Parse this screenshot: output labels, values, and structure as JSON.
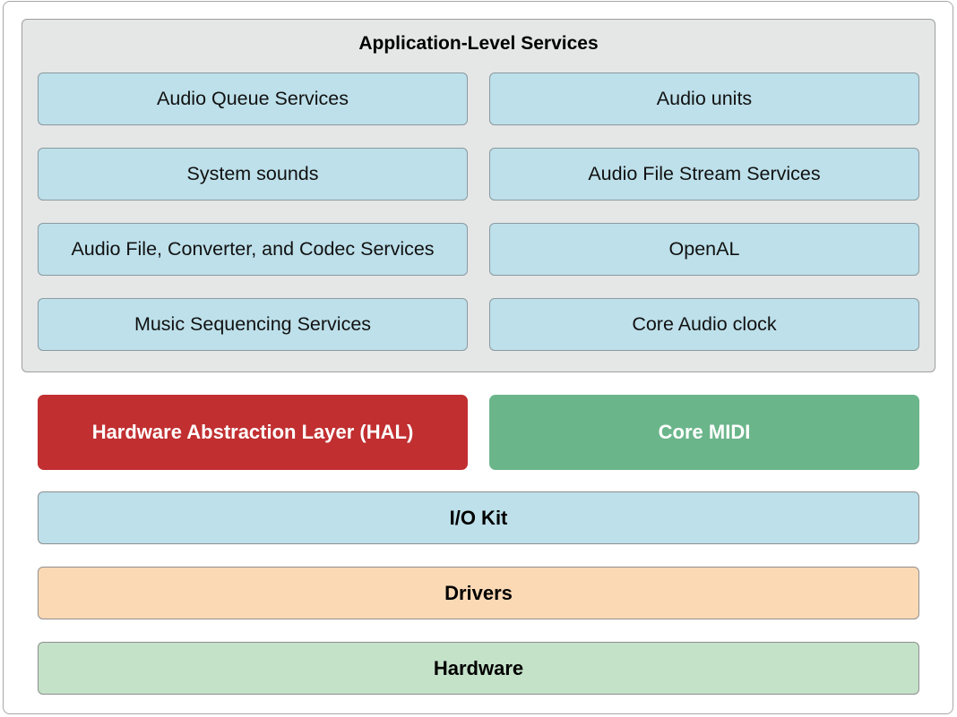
{
  "application_level": {
    "title": "Application-Level Services",
    "services": [
      {
        "label": "Audio Queue Services"
      },
      {
        "label": "Audio units"
      },
      {
        "label": "System sounds"
      },
      {
        "label": "Audio File Stream Services"
      },
      {
        "label": "Audio File, Converter, and Codec Services"
      },
      {
        "label": "OpenAL"
      },
      {
        "label": "Music Sequencing Services"
      },
      {
        "label": "Core Audio clock"
      }
    ]
  },
  "middle_layer": {
    "hal": {
      "label": "Hardware Abstraction Layer (HAL)",
      "color": "#c12f31"
    },
    "core_midi": {
      "label": "Core MIDI",
      "color": "#6bb58b"
    }
  },
  "lower_layers": {
    "io_kit": {
      "label": "I/O Kit",
      "color": "#bde0ea"
    },
    "drivers": {
      "label": "Drivers",
      "color": "#fbd9b5"
    },
    "hardware": {
      "label": "Hardware",
      "color": "#c4e2c8"
    }
  }
}
